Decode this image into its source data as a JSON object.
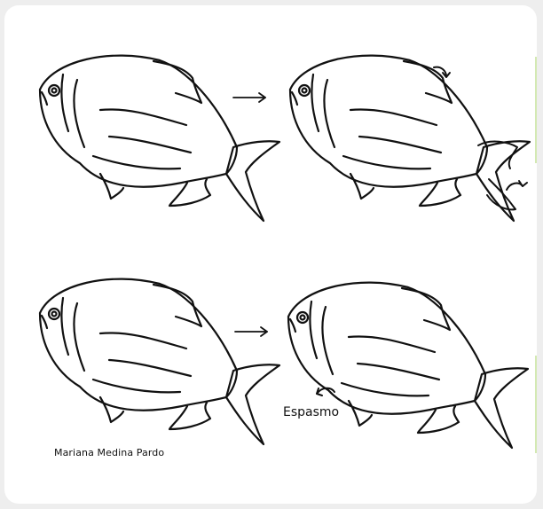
{
  "labels": {
    "espasmo": "Espasmo",
    "author": "Mariana Medina Pardo"
  },
  "panels": [
    {
      "id": "top-left",
      "state": "normal"
    },
    {
      "id": "top-right",
      "state": "fins-twitching"
    },
    {
      "id": "bottom-left",
      "state": "normal"
    },
    {
      "id": "bottom-right",
      "state": "spasm"
    }
  ],
  "icons": [
    "fish-drawing",
    "right-arrow-icon",
    "curved-motion-arrow-icon"
  ],
  "colors": {
    "ink": "#111111",
    "card": "#ffffff",
    "frame": "#eeeeee",
    "edge": "#d3e9b3"
  }
}
